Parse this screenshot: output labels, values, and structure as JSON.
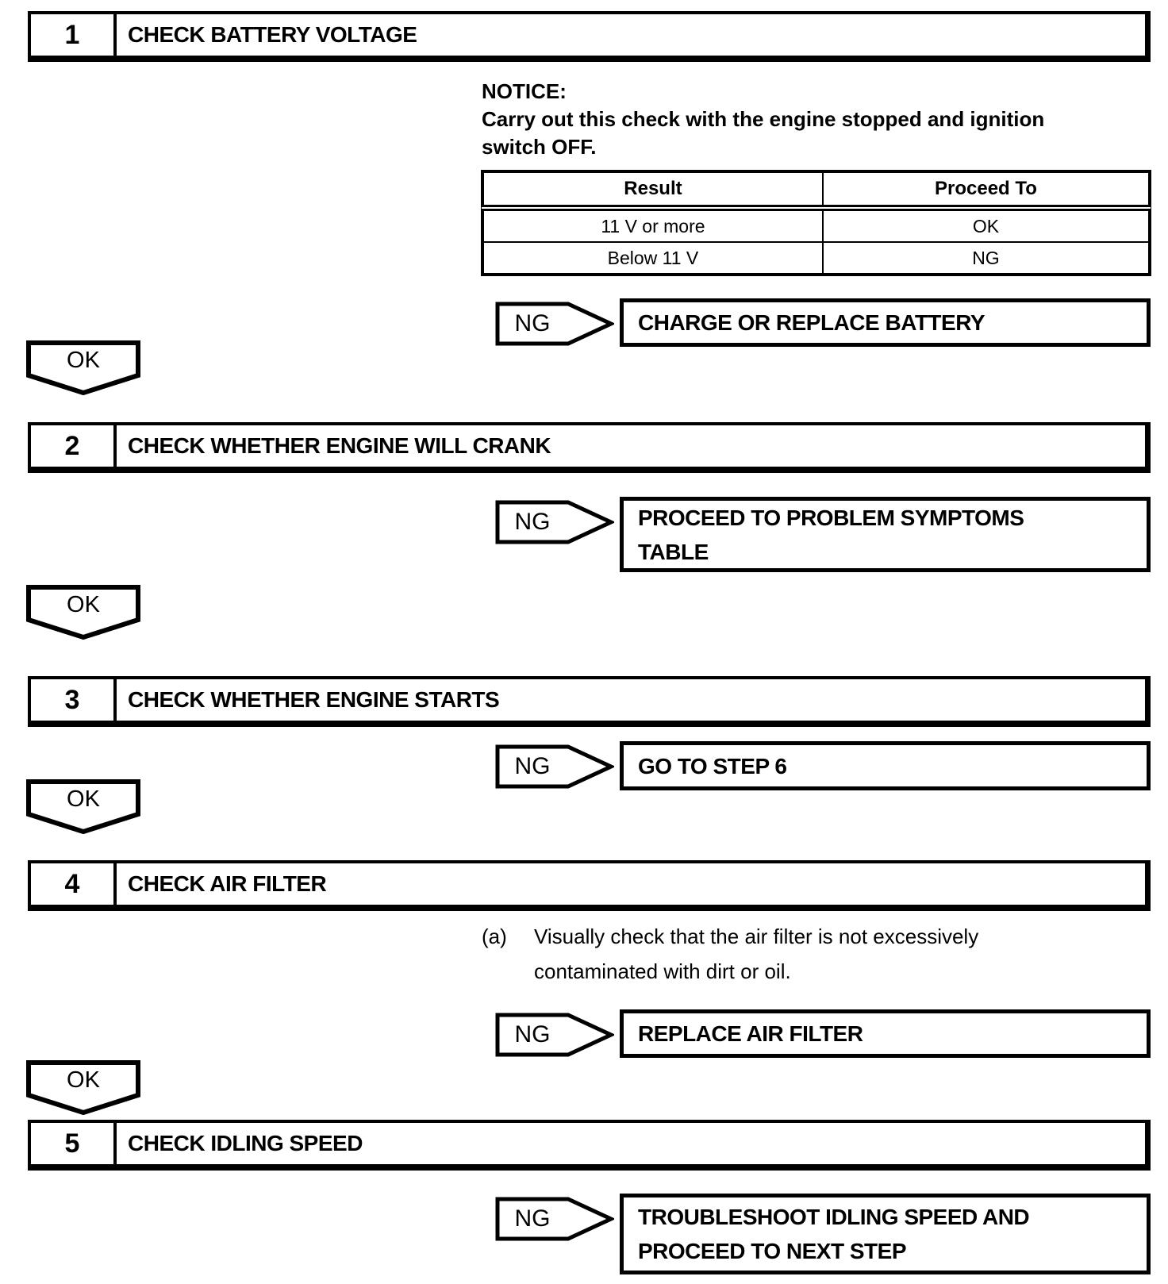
{
  "colors": {
    "ink": "#000000",
    "paper": "#ffffff"
  },
  "steps": [
    {
      "number": "1",
      "title": "CHECK BATTERY VOLTAGE"
    },
    {
      "number": "2",
      "title": "CHECK WHETHER ENGINE WILL CRANK"
    },
    {
      "number": "3",
      "title": "CHECK WHETHER ENGINE STARTS"
    },
    {
      "number": "4",
      "title": "CHECK AIR FILTER"
    },
    {
      "number": "5",
      "title": "CHECK IDLING SPEED"
    }
  ],
  "notice": {
    "label": "NOTICE:",
    "line1": "Carry out this check with the engine stopped and ignition",
    "line2": "switch OFF."
  },
  "result_table": {
    "headers": [
      "Result",
      "Proceed To"
    ],
    "rows": [
      {
        "result": "11 V or more",
        "proceed": "OK"
      },
      {
        "result": "Below 11 V",
        "proceed": "NG"
      }
    ]
  },
  "instruction_a": {
    "marker": "(a)",
    "line1": "Visually check that the air filter is not excessively",
    "line2": "contaminated with dirt or oil."
  },
  "ok_label": "OK",
  "ng_rows": [
    {
      "label": "NG",
      "lines": [
        "CHARGE OR REPLACE BATTERY"
      ]
    },
    {
      "label": "NG",
      "lines": [
        "PROCEED TO PROBLEM SYMPTOMS",
        "TABLE"
      ]
    },
    {
      "label": "NG",
      "lines": [
        "GO TO STEP 6"
      ]
    },
    {
      "label": "NG",
      "lines": [
        "REPLACE AIR FILTER"
      ]
    },
    {
      "label": "NG",
      "lines": [
        "TROUBLESHOOT IDLING SPEED AND",
        "PROCEED TO NEXT STEP"
      ]
    }
  ]
}
